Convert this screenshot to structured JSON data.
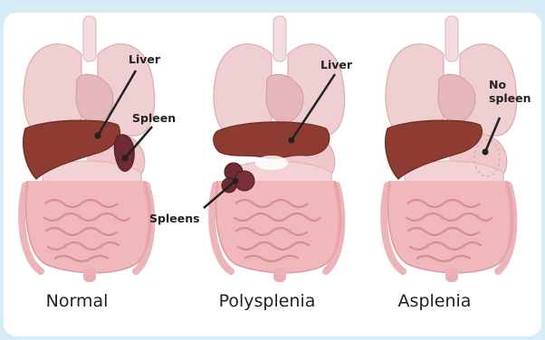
{
  "panels": [
    {
      "caption": "Normal",
      "labels": [
        "Liver",
        "Spleen"
      ]
    },
    {
      "caption": "Polysplenia",
      "labels": [
        "Liver",
        "Spleens"
      ]
    },
    {
      "caption": "Asplenia",
      "labels": [
        "No spleen"
      ]
    }
  ],
  "colors": {
    "background": "#d6ecf6",
    "liver": "#8e3b32",
    "spleen": "#6e2a35",
    "lungs": "#ecc6c8",
    "intestine": "#eaa7a9"
  }
}
